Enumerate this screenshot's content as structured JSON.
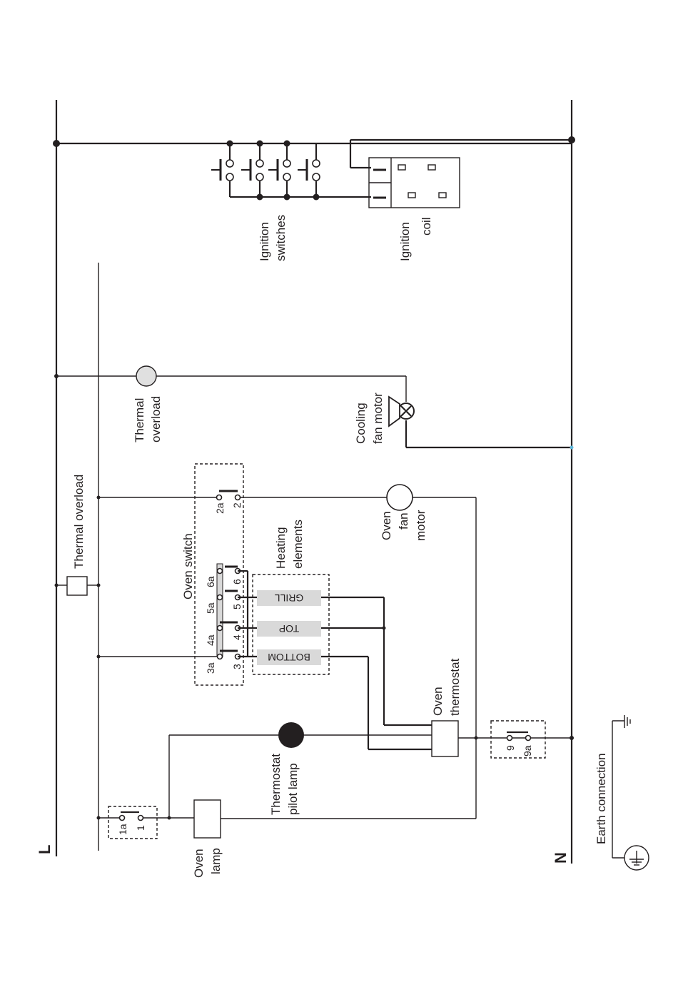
{
  "rails": {
    "live": "L",
    "neutral": "N"
  },
  "labels": {
    "thermal_overload_main": "Thermal overload",
    "thermal_overload_fan_1": "Thermal",
    "thermal_overload_fan_2": "overload",
    "ignition_switches_1": "Ignition",
    "ignition_switches_2": "switches",
    "ignition_coil_1": "Ignition",
    "ignition_coil_2": "coil",
    "cooling_fan_1": "Cooling",
    "cooling_fan_2": "fan motor",
    "oven_switch": "Oven switch",
    "heating_elements_1": "Heating",
    "heating_elements_2": "elements",
    "oven_fan_1": "Oven",
    "oven_fan_2": "fan",
    "oven_fan_3": "motor",
    "oven_thermostat_1": "Oven",
    "oven_thermostat_2": "thermostat",
    "pilot_lamp_1": "Thermostat",
    "pilot_lamp_2": "pilot lamp",
    "oven_lamp_1": "Oven",
    "oven_lamp_2": "lamp",
    "earth_connection": "Earth connection"
  },
  "elements": {
    "grill": "GRILL",
    "top": "TOP",
    "bottom": "BOTTOM"
  },
  "terminals": {
    "t1": "1",
    "t1a": "1a",
    "t2": "2",
    "t2a": "2a",
    "t3": "3",
    "t3a": "3a",
    "t4": "4",
    "t4a": "4a",
    "t5": "5",
    "t5a": "5a",
    "t6": "6",
    "t6a": "6a",
    "t9": "9",
    "t9a": "9a"
  },
  "colors": {
    "wire": "#231f20",
    "element_fill": "#d9d9d9",
    "overload_fill": "#e0e0e0",
    "junction_accent": "#5fb7d9"
  }
}
